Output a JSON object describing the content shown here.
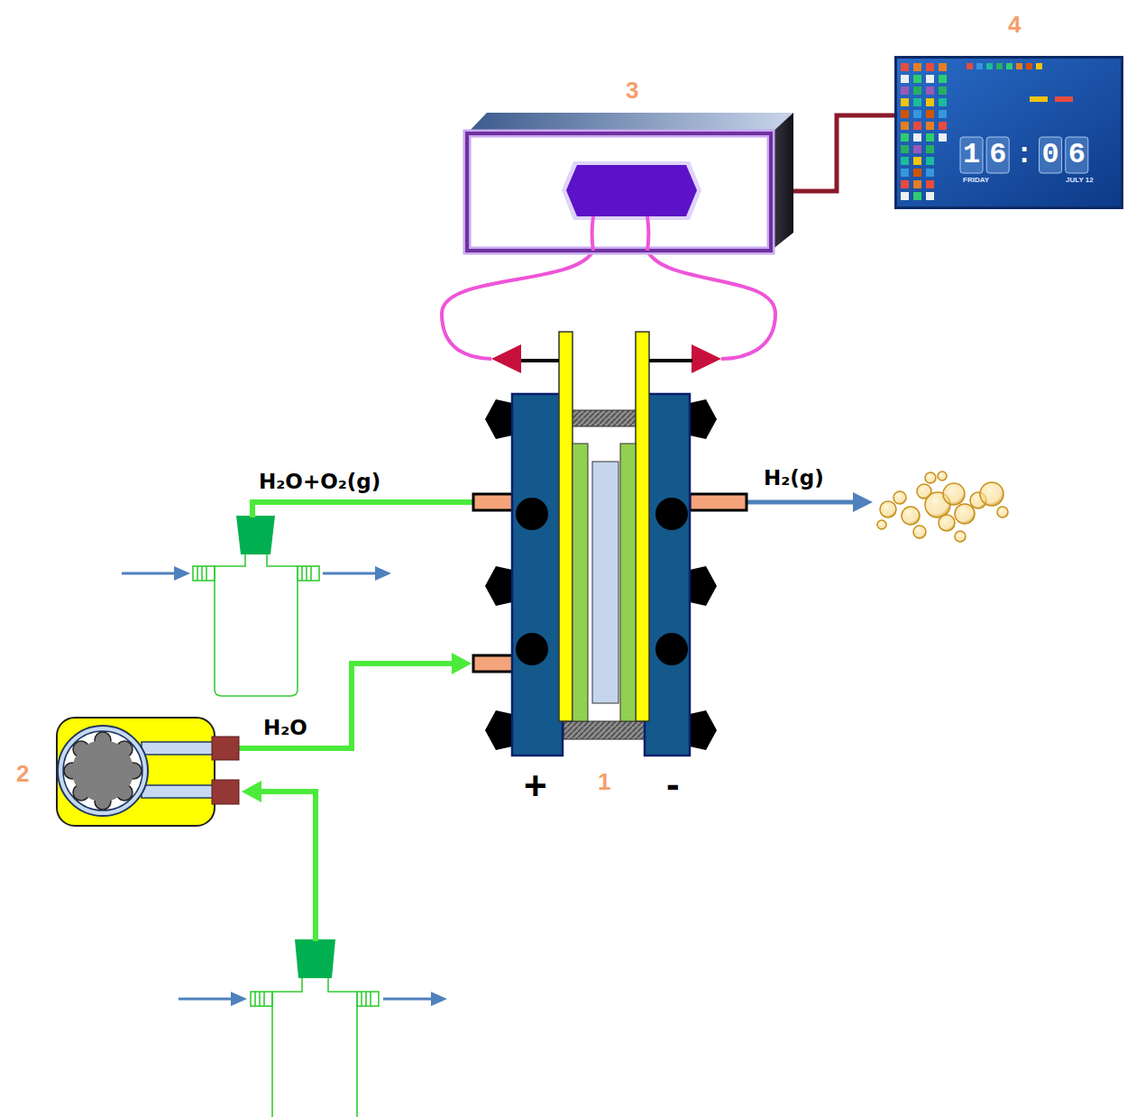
{
  "diagram": {
    "nodes": [
      {
        "text": [
          "3"
        ]
      },
      {
        "text": [
          "4",
          "16:06",
          "FRIDAY",
          "JULY 12"
        ]
      },
      {
        "text": [
          "+",
          "1",
          "-"
        ]
      },
      {
        "text": [
          "2"
        ]
      }
    ],
    "edges": [
      {
        "from": 0,
        "to": 1,
        "arrow": "none"
      },
      {
        "from": 0,
        "to": 2,
        "arrow": "to"
      },
      {
        "from": 0,
        "to": 2,
        "arrow": "to"
      },
      {
        "from": 3,
        "to": 2,
        "arrow": "to",
        "label": "H₂O"
      }
    ],
    "labels": [
      "H₂O+O₂(g)",
      "H₂(g)"
    ]
  }
}
